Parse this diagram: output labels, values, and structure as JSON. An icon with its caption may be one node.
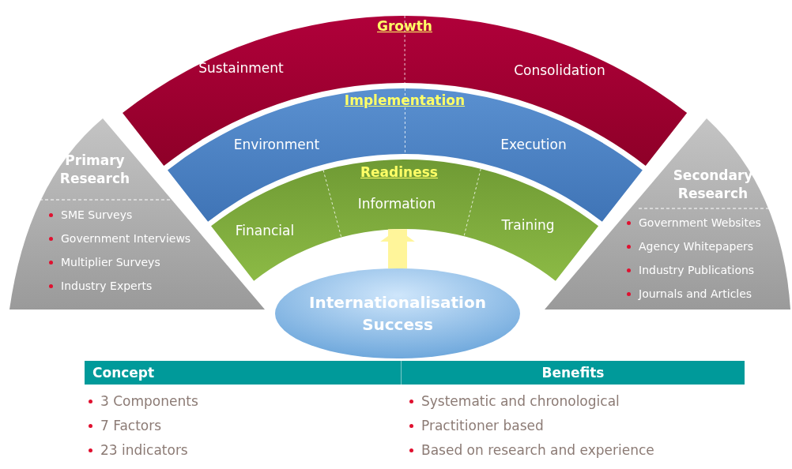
{
  "diagram": {
    "nodes": [
      {
        "text": [
          "Growth"
        ]
      },
      {
        "text": [
          "Sustainment"
        ],
        "in": 0
      },
      {
        "text": [
          "Consolidation"
        ],
        "in": 0
      },
      {
        "text": [
          "Implementation"
        ]
      },
      {
        "text": [
          "Environment"
        ],
        "in": 3
      },
      {
        "text": [
          "Execution"
        ],
        "in": 3
      },
      {
        "text": [
          "Readiness"
        ]
      },
      {
        "text": [
          "Financial"
        ],
        "in": 6
      },
      {
        "text": [
          "Information"
        ],
        "in": 6
      },
      {
        "text": [
          "Training"
        ],
        "in": 6
      },
      {
        "text": [
          "Primary Research",
          "SME Surveys",
          "Government Interviews",
          "Multiplier Surveys",
          "Industry Experts"
        ]
      },
      {
        "text": [
          "Secondary Research",
          "Government Websites",
          "Agency Whitepapers",
          "Industry Publications",
          "Journals and Articles"
        ]
      },
      {
        "text": [
          "Internationalisation Success"
        ]
      }
    ],
    "edges": [
      {
        "from": 12,
        "to": 6,
        "arrow": "to"
      }
    ],
    "labels": [
      "Concept",
      "Benefits",
      "3 Components",
      "Systematic and chronological",
      "7 Factors",
      "Practitioner based",
      "23 indicators",
      "Based on research and experience"
    ]
  }
}
